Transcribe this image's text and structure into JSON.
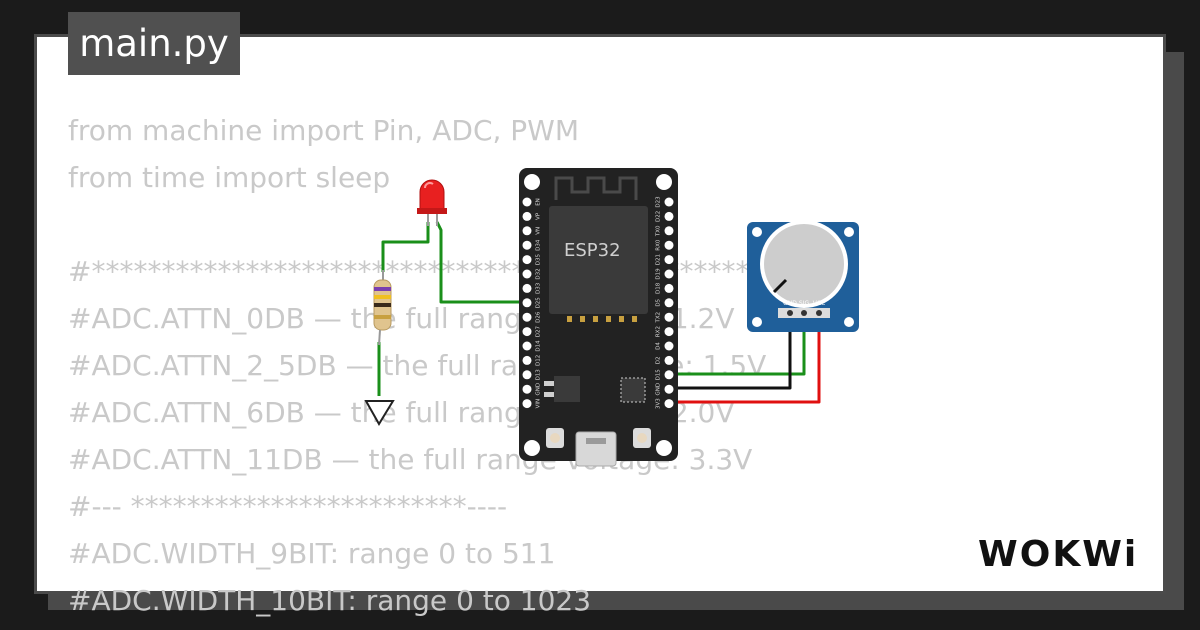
{
  "editor": {
    "file_tab": "main.py",
    "code_lines": [
      "from machine import Pin, ADC, PWM",
      "from time import sleep",
      "",
      "#**************************************************",
      "#ADC.ATTN_0DB — the full range voltage: 1.2V",
      "#ADC.ATTN_2_5DB — the full range voltage: 1.5V",
      "#ADC.ATTN_6DB — the full range voltage: 2.0V",
      "#ADC.ATTN_11DB — the full range voltage: 3.3V",
      "#--- ************************----",
      "#ADC.WIDTH_9BIT: range 0 to 511",
      "#ADC.WIDTH_10BIT: range 0 to 1023"
    ]
  },
  "circuit": {
    "board_label": "ESP32",
    "left_pins": [
      "EN",
      "VP",
      "VN",
      "D34",
      "D35",
      "D32",
      "D33",
      "D25",
      "D26",
      "D27",
      "D14",
      "D12",
      "D13",
      "GND",
      "VIN"
    ],
    "right_pins": [
      "D23",
      "D22",
      "TX0",
      "RX0",
      "D21",
      "D19",
      "D18",
      "D5",
      "TX2",
      "RX2",
      "D4",
      "D2",
      "D15",
      "GND",
      "3V3"
    ],
    "pot_pins": [
      "GND",
      "SIG",
      "VCC"
    ],
    "colors": {
      "wire_green": "#1a8f1a",
      "wire_black": "#111111",
      "wire_red": "#e01010",
      "led_red": "#e82020",
      "board": "#222222",
      "pot_board": "#1f5f9a"
    }
  },
  "brand": {
    "logo_text": "WOKWi"
  }
}
